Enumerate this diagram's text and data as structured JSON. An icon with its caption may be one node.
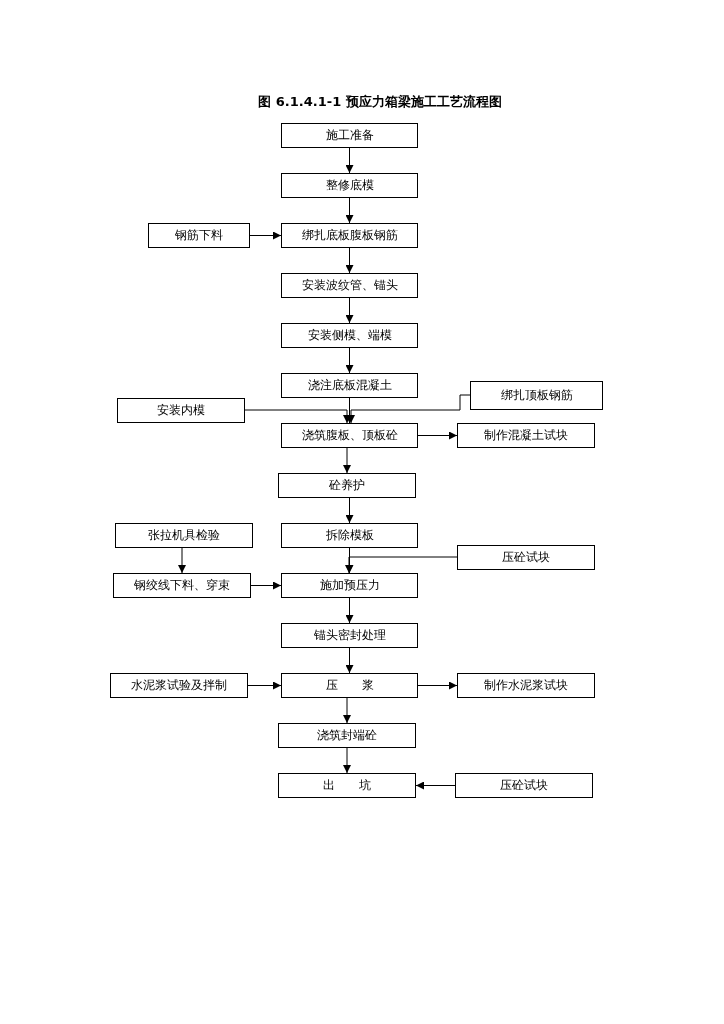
{
  "diagram": {
    "title": "图 6.1.4.1-1 预应力箱梁施工工艺流程图",
    "nodes": [
      {
        "text": [
          "施工准备"
        ]
      },
      {
        "text": [
          "整修底模"
        ]
      },
      {
        "text": [
          "钢筋下料"
        ]
      },
      {
        "text": [
          "绑扎底板腹板钢筋"
        ]
      },
      {
        "text": [
          "安装波纹管、锚头"
        ]
      },
      {
        "text": [
          "安装侧模、端模"
        ]
      },
      {
        "text": [
          "浇注底板混凝土"
        ]
      },
      {
        "text": [
          "绑扎顶板钢筋"
        ]
      },
      {
        "text": [
          "安装内模"
        ]
      },
      {
        "text": [
          "浇筑腹板、顶板砼"
        ]
      },
      {
        "text": [
          "制作混凝土试块"
        ]
      },
      {
        "text": [
          "砼养护"
        ]
      },
      {
        "text": [
          "张拉机具检验"
        ]
      },
      {
        "text": [
          "拆除模板"
        ]
      },
      {
        "text": [
          "压砼试块"
        ]
      },
      {
        "text": [
          "钢绞线下料、穿束"
        ]
      },
      {
        "text": [
          "施加预压力"
        ]
      },
      {
        "text": [
          "锚头密封处理"
        ]
      },
      {
        "text": [
          "水泥浆试验及拌制"
        ]
      },
      {
        "text": [
          "压　　浆"
        ]
      },
      {
        "text": [
          "制作水泥浆试块"
        ]
      },
      {
        "text": [
          "浇筑封端砼"
        ]
      },
      {
        "text": [
          "出　　坑"
        ]
      },
      {
        "text": [
          "压砼试块"
        ]
      }
    ],
    "edges": [
      {
        "from": 0,
        "to": 1,
        "arrow": "to"
      },
      {
        "from": 1,
        "to": 3,
        "arrow": "to"
      },
      {
        "from": 2,
        "to": 3,
        "arrow": "to"
      },
      {
        "from": 3,
        "to": 4,
        "arrow": "to"
      },
      {
        "from": 4,
        "to": 5,
        "arrow": "to"
      },
      {
        "from": 5,
        "to": 6,
        "arrow": "to"
      },
      {
        "from": 6,
        "to": 9,
        "arrow": "to"
      },
      {
        "from": 8,
        "to": 9,
        "arrow": "to"
      },
      {
        "from": 7,
        "to": 9,
        "arrow": "to"
      },
      {
        "from": 9,
        "to": 10,
        "arrow": "to"
      },
      {
        "from": 9,
        "to": 11,
        "arrow": "to"
      },
      {
        "from": 11,
        "to": 13,
        "arrow": "to"
      },
      {
        "from": 12,
        "to": 15,
        "arrow": "to"
      },
      {
        "from": 13,
        "to": 16,
        "arrow": "to"
      },
      {
        "from": 14,
        "to": 16,
        "arrow": "to"
      },
      {
        "from": 15,
        "to": 16,
        "arrow": "to"
      },
      {
        "from": 16,
        "to": 17,
        "arrow": "to"
      },
      {
        "from": 17,
        "to": 19,
        "arrow": "to"
      },
      {
        "from": 18,
        "to": 19,
        "arrow": "to"
      },
      {
        "from": 19,
        "to": 20,
        "arrow": "to"
      },
      {
        "from": 19,
        "to": 21,
        "arrow": "to"
      },
      {
        "from": 21,
        "to": 22,
        "arrow": "to"
      },
      {
        "from": 23,
        "to": 22,
        "arrow": "to"
      }
    ]
  }
}
